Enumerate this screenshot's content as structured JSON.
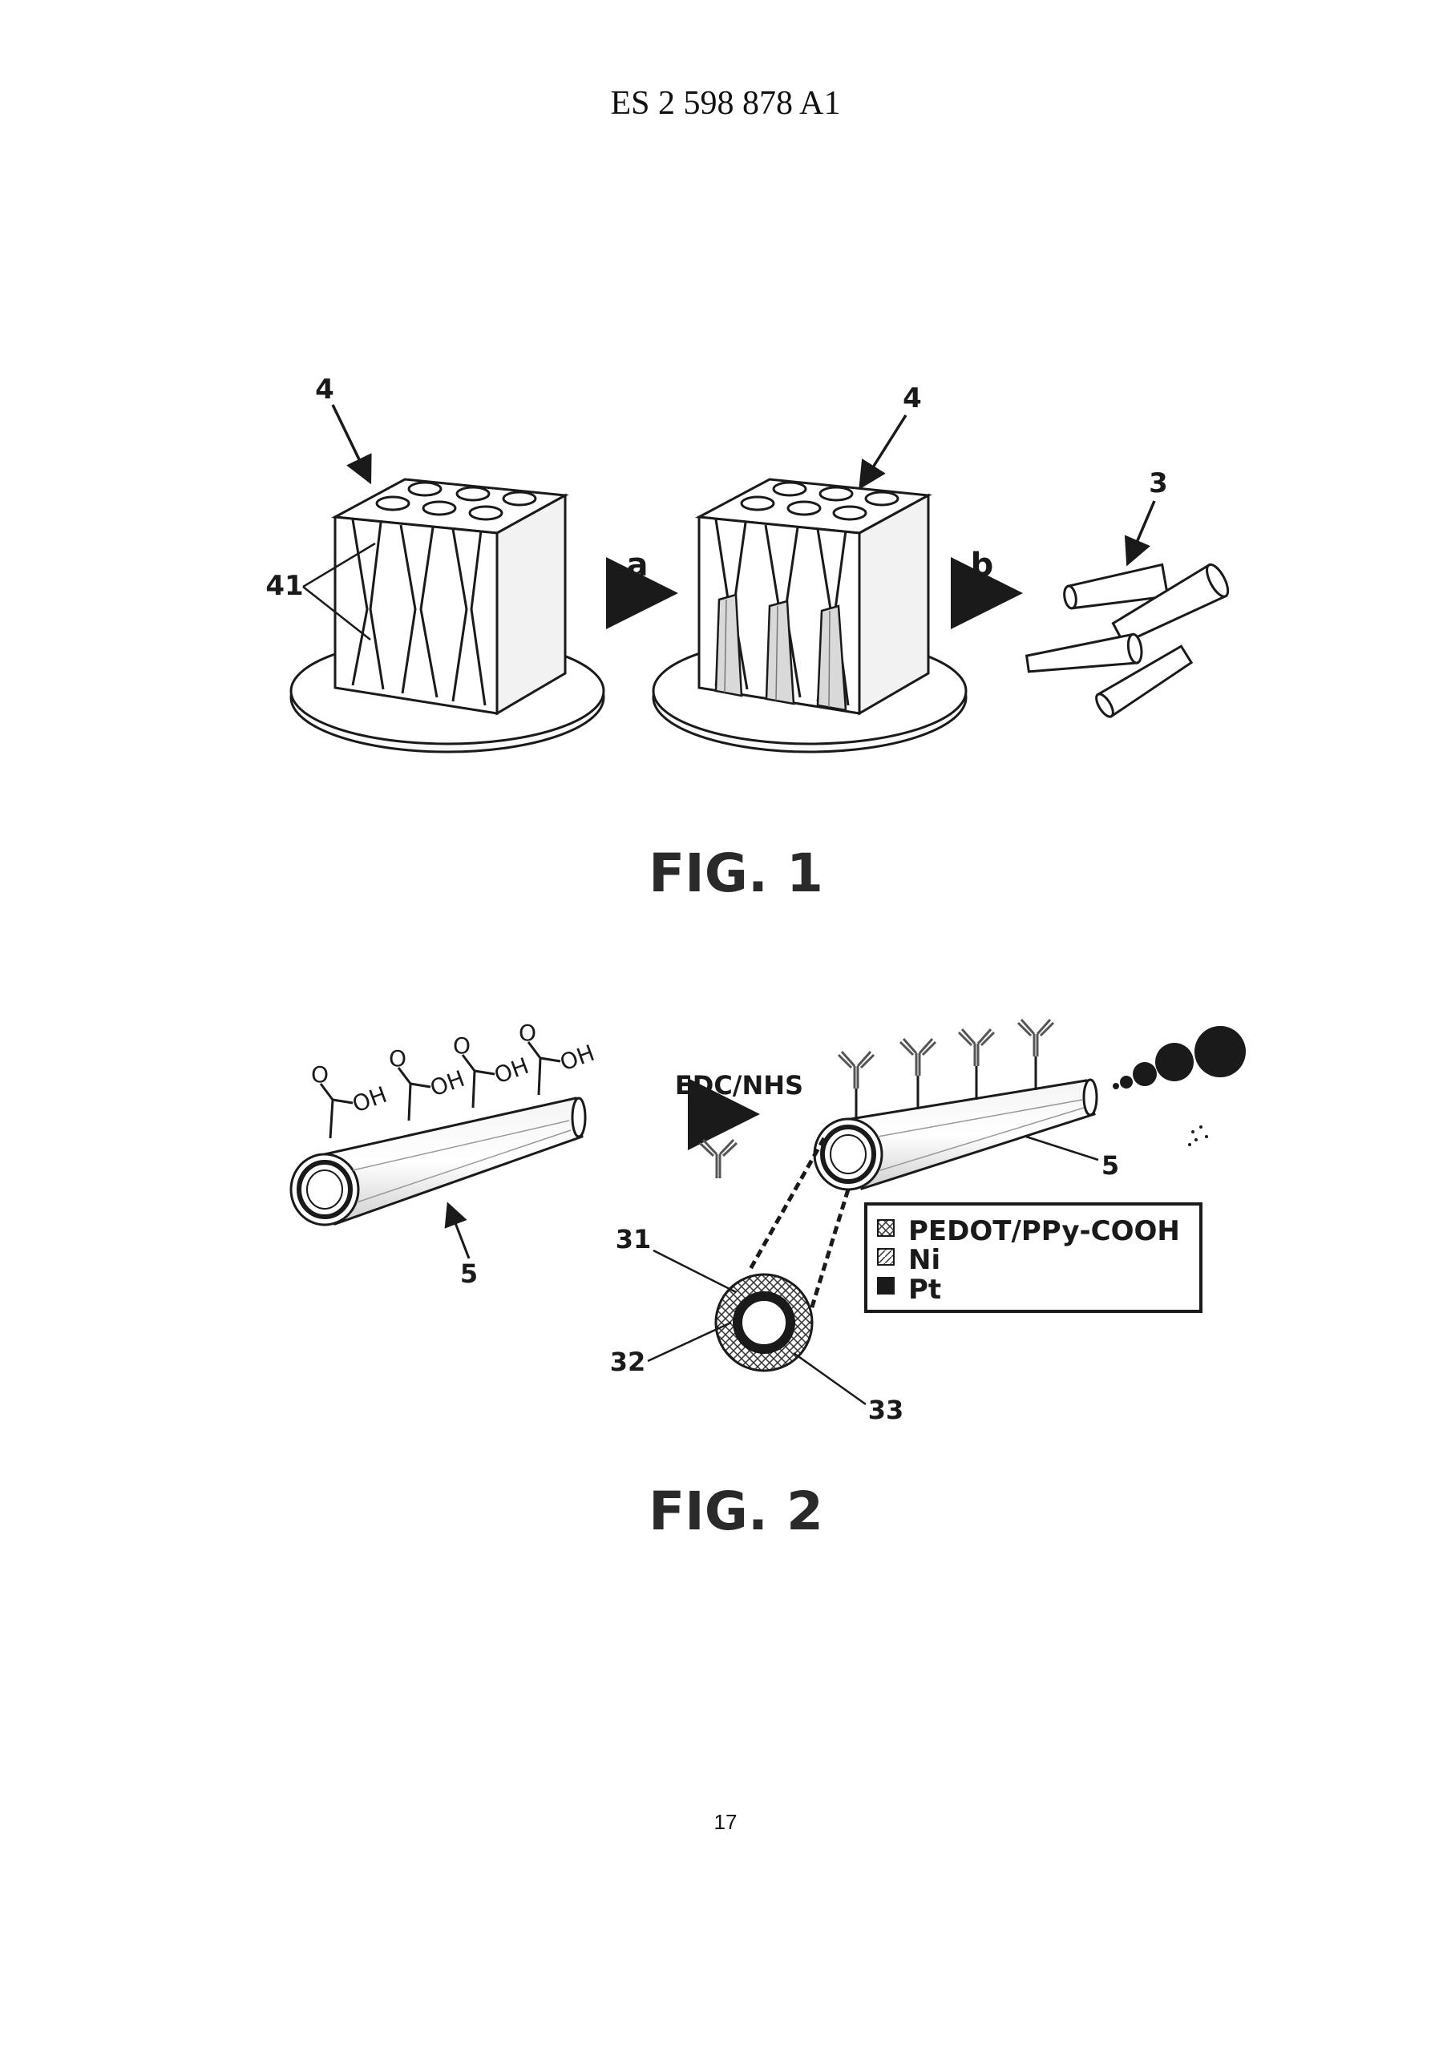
{
  "header": {
    "patent_number": "ES 2 598 878 A1"
  },
  "figure1": {
    "caption": "FIG. 1",
    "labels": {
      "template_left": "4",
      "template_right": "4",
      "pores": "41",
      "nanotubes": "3",
      "step_a": "a",
      "step_b": "b"
    }
  },
  "figure2": {
    "caption": "FIG. 2",
    "labels": {
      "tube_left": "5",
      "tube_right": "5",
      "layer_outer": "31",
      "layer_middle": "32",
      "layer_inner": "33",
      "reagent": "EDC/NHS",
      "carboxyl_oh": "OH",
      "carboxyl_o": "O"
    },
    "legend": [
      {
        "label": "PEDOT/PPy-COOH",
        "pattern": "crosshatch"
      },
      {
        "label": "Ni",
        "pattern": "diagonal"
      },
      {
        "label": "Pt",
        "pattern": "solid"
      }
    ]
  },
  "footer": {
    "page_number": "17"
  }
}
